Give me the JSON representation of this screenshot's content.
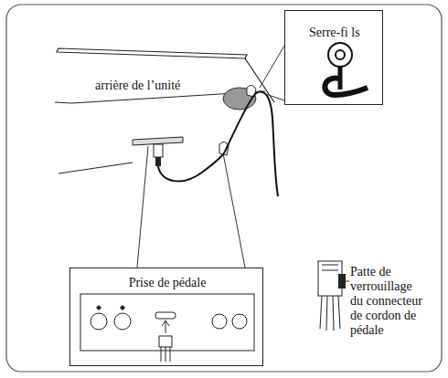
{
  "diagram": {
    "nodes": [
      {
        "text": [
          "Serre-fi ls"
        ]
      },
      {
        "text": [
          "Prise de pédale"
        ]
      }
    ],
    "labels": [
      "arrière de l’unité",
      "Patte de verrouillage du connecteur de cordon de pédale"
    ]
  }
}
